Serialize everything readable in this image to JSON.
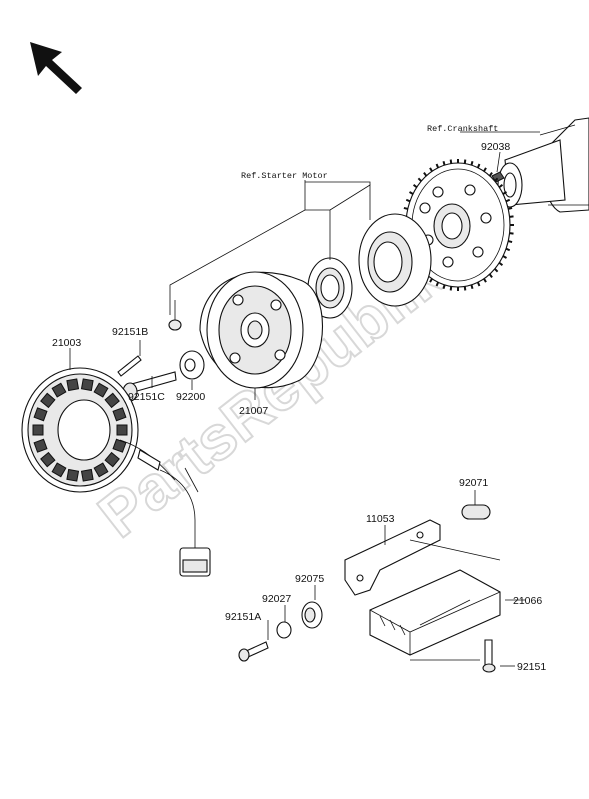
{
  "watermark": "PartsRepublik",
  "references": {
    "crankshaft": "Ref.Crankshaft",
    "starter_motor": "Ref.Starter Motor"
  },
  "parts": {
    "p92038": "92038",
    "p92151B": "92151B",
    "p21003": "21003",
    "p92200": "92200",
    "p92151C": "92151C",
    "p21007": "21007",
    "p92071": "92071",
    "p11053": "11053",
    "p92075": "92075",
    "p92027": "92027",
    "p21066": "21066",
    "p92151A": "92151A",
    "p92151": "92151"
  },
  "icons": {
    "orientation": "direction-arrow-icon"
  }
}
